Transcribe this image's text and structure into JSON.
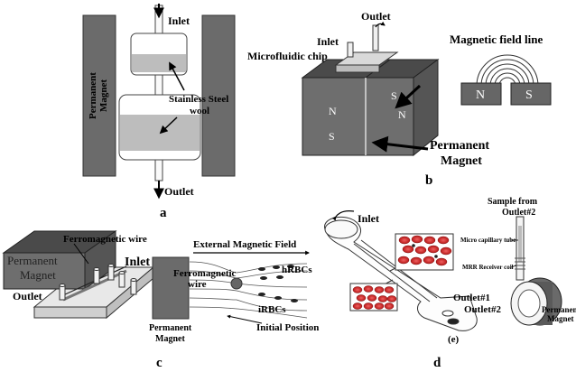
{
  "panel_a": {
    "label": "a",
    "inlet": "Inlet",
    "outlet": "Outlet",
    "magnet_line1": "Permanent",
    "magnet_line2": "Magnet",
    "steel_line1": "Stainless Steel",
    "steel_line2": "wool"
  },
  "panel_b": {
    "label": "b",
    "outlet": "Outlet",
    "inlet": "Inlet",
    "chip": "Microfluidic chip",
    "field_title": "Magnetic field line",
    "pole_n": "N",
    "pole_s": "S",
    "magnet_line1": "Permanent",
    "magnet_line2": "Magnet"
  },
  "panel_c": {
    "label": "c",
    "magnet_line1": "Permanent",
    "magnet_line2": "Magnet",
    "wire": "Ferromagnetic wire",
    "inlet": "Inlet",
    "outlet": "Outlet",
    "field": "External Magnetic Field",
    "wire2_line1": "Ferromagnetic",
    "wire2_line2": "wire",
    "hrbc": "hRBCs",
    "irbc": "iRBCs",
    "initial": "Initial Position",
    "magnet2_line1": "Permanent",
    "magnet2_line2": "Magnet"
  },
  "panel_d": {
    "label": "d",
    "inlet": "Inlet",
    "outlet1": "Outlet#1",
    "outlet2": "Outlet#2",
    "e_label": "(e)",
    "sample_line1": "Sample from",
    "sample_line2": "Outlet#2",
    "capillary": "Micro capillary tube",
    "coil": "MRR Receiver coil",
    "magnet_line1": "Permanent",
    "magnet_line2": "Magnet"
  }
}
